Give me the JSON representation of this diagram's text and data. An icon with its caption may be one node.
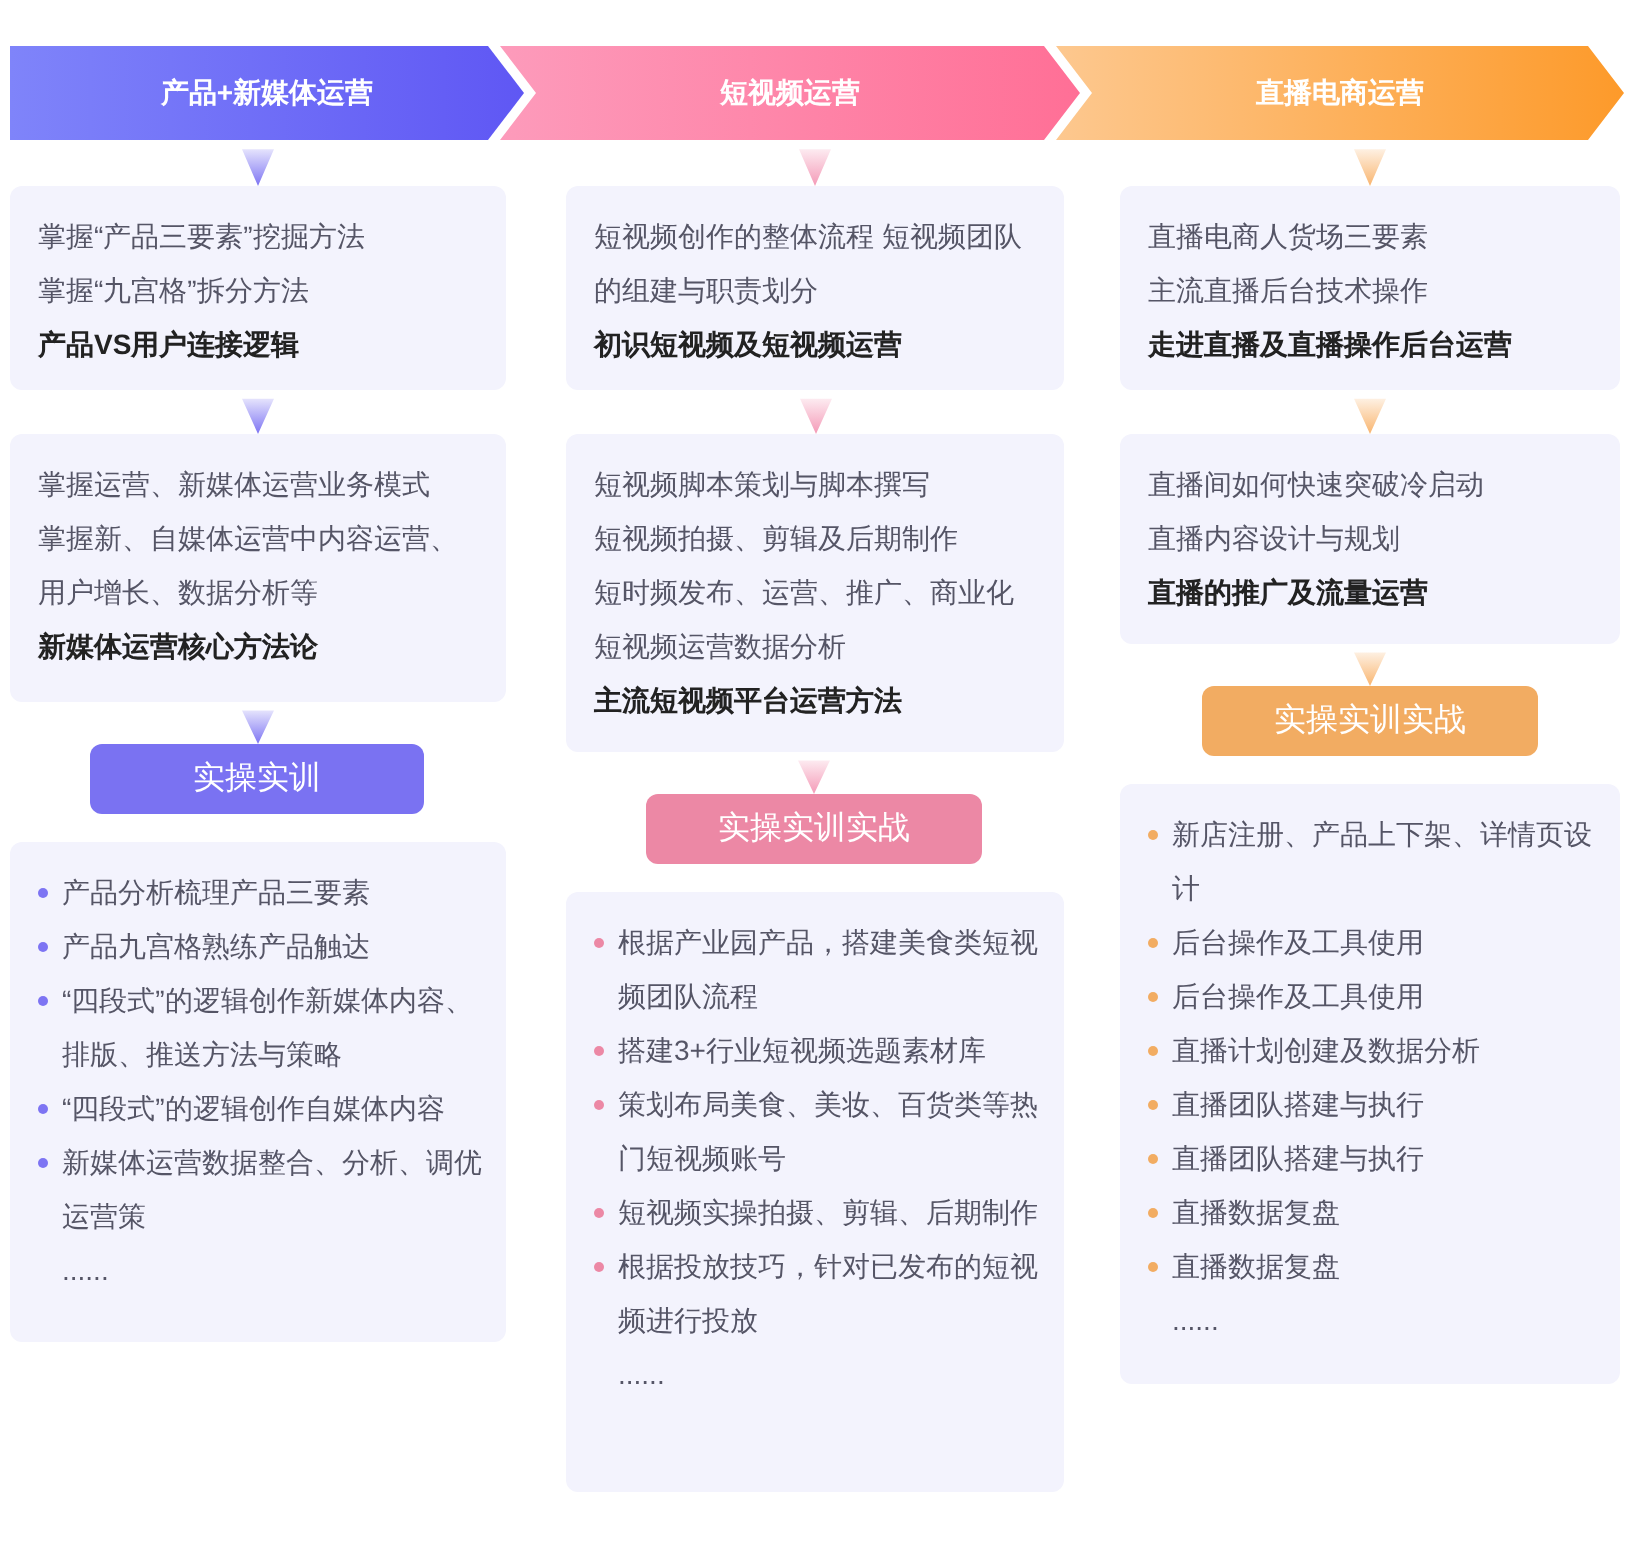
{
  "diagram": {
    "nodes": [
      {
        "text": [
          "产品+新媒体运营"
        ]
      },
      {
        "text": [
          "短视频运营"
        ]
      },
      {
        "text": [
          "直播电商运营"
        ]
      },
      {
        "text": [
          "掌握“产品三要素”挖掘方法",
          "掌握“九宫格”拆分方法",
          "产品VS用户连接逻辑"
        ]
      },
      {
        "text": [
          "掌握运营、新媒体运营业务模式",
          "掌握新、自媒体运营中内容运营、用户增长、数据分析等",
          "新媒体运营核心方法论"
        ]
      },
      {
        "text": [
          "实操实训"
        ]
      },
      {
        "text": [
          "产品分析梳理产品三要素",
          "产品九宫格熟练产品触达",
          "“四段式”的逻辑创作新媒体内容、排版、推送方法与策略",
          "“四段式”的逻辑创作自媒体内容",
          "新媒体运营数据整合、分析、调优运营策",
          "......"
        ]
      },
      {
        "text": [
          "短视频创作的整体流程 短视频团队的组建与职责划分",
          "初识短视频及短视频运营"
        ]
      },
      {
        "text": [
          "短视频脚本策划与脚本撰写",
          "短视频拍摄、剪辑及后期制作",
          "短时频发布、运营、推广、商业化",
          "短视频运营数据分析",
          "主流短视频平台运营方法"
        ]
      },
      {
        "text": [
          "实操实训实战"
        ]
      },
      {
        "text": [
          "根据产业园产品，搭建美食类短视频团队流程",
          "搭建3+行业短视频选题素材库",
          "策划布局美食、美妆、百货类等热门短视频账号",
          "短视频实操拍摄、剪辑、后期制作",
          "根据投放技巧，针对已发布的短视频进行投放",
          "......"
        ]
      },
      {
        "text": [
          "直播电商人货场三要素",
          "主流直播后台技术操作",
          "走进直播及直播操作后台运营"
        ]
      },
      {
        "text": [
          "直播间如何快速突破冷启动",
          "直播内容设计与规划",
          "直播的推广及流量运营"
        ]
      },
      {
        "text": [
          "实操实训实战"
        ]
      },
      {
        "text": [
          "新店注册、产品上下架、详情页设计",
          "后台操作及工具使用",
          "后台操作及工具使用",
          "直播计划创建及数据分析",
          "直播团队搭建与执行",
          "直播团队搭建与执行",
          "直播数据复盘",
          "直播数据复盘",
          "......"
        ]
      }
    ],
    "edges": [
      {
        "from": 0,
        "to": 3,
        "arrow": "to"
      },
      {
        "from": 3,
        "to": 4,
        "arrow": "to"
      },
      {
        "from": 4,
        "to": 5,
        "arrow": "to"
      },
      {
        "from": 1,
        "to": 7,
        "arrow": "to"
      },
      {
        "from": 7,
        "to": 8,
        "arrow": "to"
      },
      {
        "from": 8,
        "to": 9,
        "arrow": "to"
      },
      {
        "from": 2,
        "to": 11,
        "arrow": "to"
      },
      {
        "from": 11,
        "to": 12,
        "arrow": "to"
      },
      {
        "from": 12,
        "to": 13,
        "arrow": "to"
      }
    ]
  }
}
